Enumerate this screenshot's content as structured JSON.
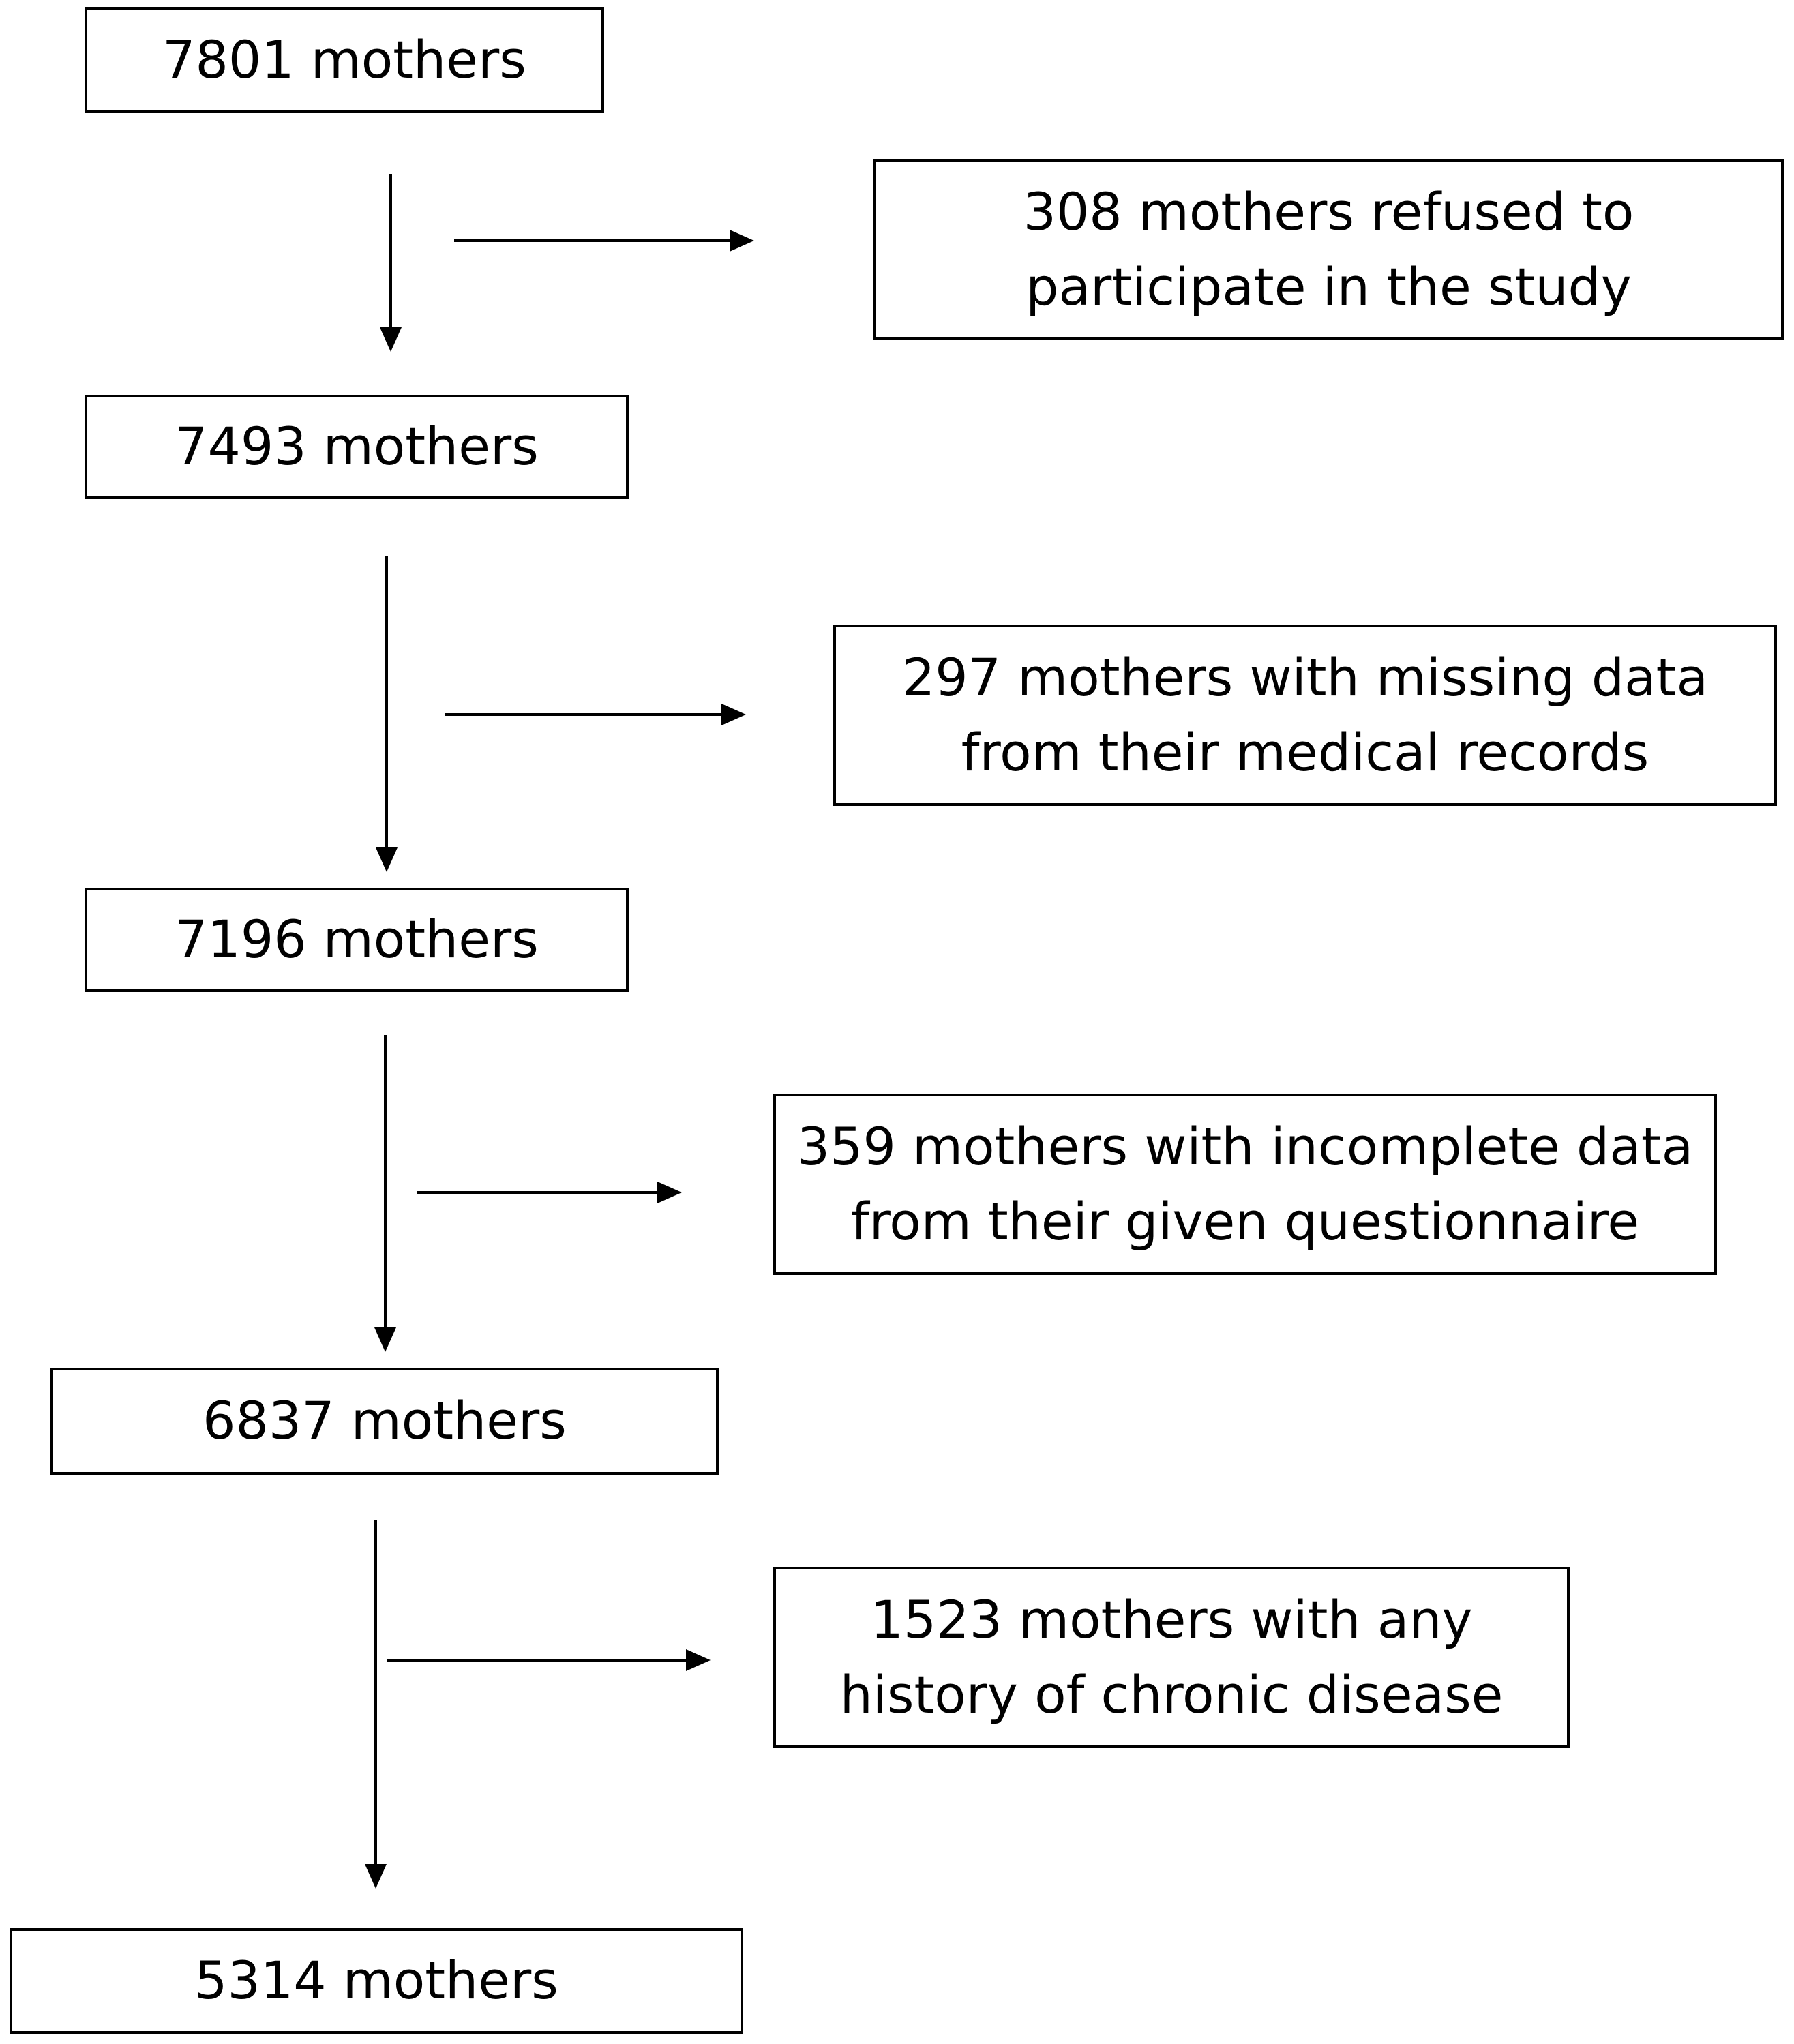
{
  "main_boxes": [
    {
      "label": "7801 mothers"
    },
    {
      "label": "7493 mothers"
    },
    {
      "label": "7196 mothers"
    },
    {
      "label": "6837 mothers"
    },
    {
      "label": "5314 mothers"
    }
  ],
  "exclusion_boxes": [
    {
      "line1": "308 mothers  refused to",
      "line2": "participate in the study"
    },
    {
      "line1": "297 mothers  with missing data",
      "line2": "from their medical records"
    },
    {
      "line1": "359 mothers  with incomplete  data",
      "line2": "from their given questionnaire"
    },
    {
      "line1": "1523 mothers  with any",
      "line2": "history of chronic disease"
    }
  ],
  "colors": {
    "stroke": "#000000",
    "background": "#ffffff"
  }
}
